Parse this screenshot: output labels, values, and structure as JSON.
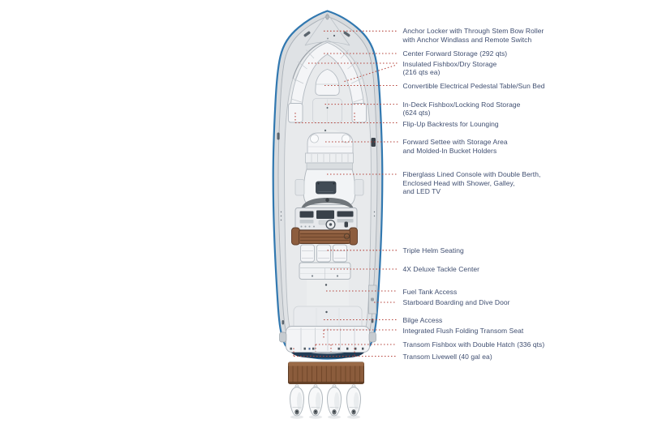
{
  "colors": {
    "accent-red": "#b5423a",
    "label-text": "#3f4e70",
    "hull-blue": "#3178b0",
    "stern-navy": "#233c55",
    "platform-brown": "#8b5c3c",
    "seat-brown": "#8d5d3e",
    "deck-gray": "#dfe2e5",
    "cushion-white": "#f4f5f7",
    "console-screen": "#39414a"
  },
  "labels": [
    {
      "name": "anchor-locker",
      "text": "Anchor Locker with Through Stem Bow Roller\nwith Anchor Windlass and Remote Switch"
    },
    {
      "name": "center-forward-storage",
      "text": "Center Forward Storage (292 qts)"
    },
    {
      "name": "insulated-fishbox",
      "text": "Insulated Fishbox/Dry Storage\n(216 qts ea)"
    },
    {
      "name": "pedestal-table-sun-bed",
      "text": "Convertible Electrical Pedestal Table/Sun Bed"
    },
    {
      "name": "in-deck-fishbox",
      "text": "In-Deck Fishbox/Locking Rod Storage\n(624 qts)"
    },
    {
      "name": "flip-up-backrests",
      "text": "Flip-Up Backrests for Lounging"
    },
    {
      "name": "forward-settee",
      "text": "Forward Settee with Storage Area\nand Molded-In Bucket Holders"
    },
    {
      "name": "fiberglass-lined-console",
      "text": "Fiberglass Lined Console with Double Berth,\nEnclosed Head with Shower, Galley,\nand LED TV"
    },
    {
      "name": "triple-helm-seating",
      "text": "Triple Helm Seating"
    },
    {
      "name": "deluxe-tackle-center",
      "text": "4X Deluxe Tackle Center"
    },
    {
      "name": "fuel-tank-access",
      "text": "Fuel Tank Access"
    },
    {
      "name": "starboard-dive-door",
      "text": "Starboard Boarding and Dive Door"
    },
    {
      "name": "bilge-access",
      "text": "Bilge Access"
    },
    {
      "name": "folding-transom-seat",
      "text": "Integrated Flush Folding Transom Seat"
    },
    {
      "name": "transom-fishbox",
      "text": "Transom Fishbox with Double Hatch (336 qts)"
    },
    {
      "name": "transom-livewell",
      "text": "Transom Livewell (40 gal ea)"
    }
  ]
}
